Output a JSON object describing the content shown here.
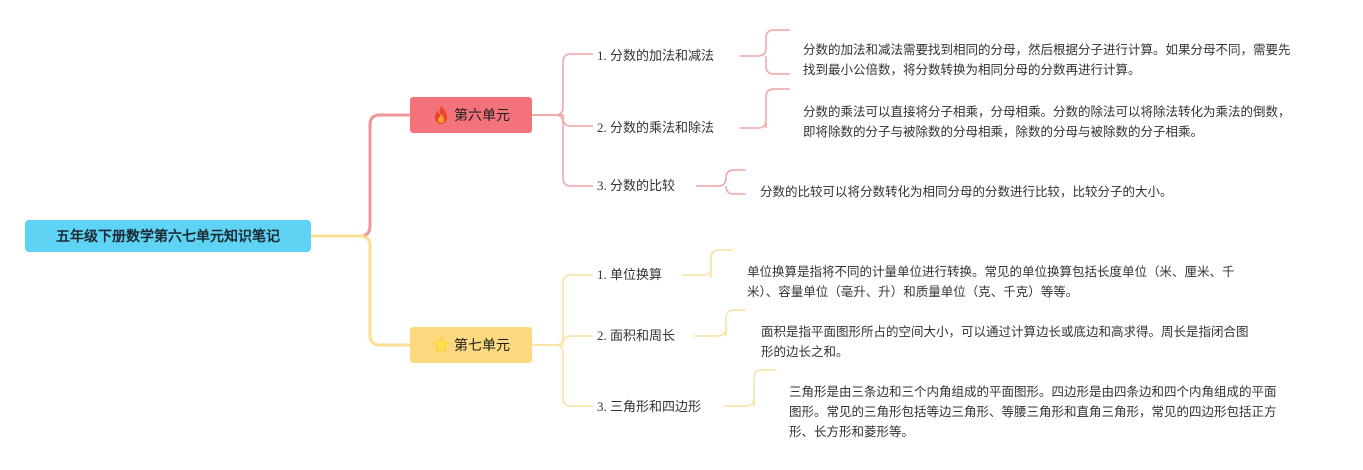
{
  "root": {
    "title": "五年级下册数学第六七单元知识笔记"
  },
  "colors": {
    "root": "#5fd3f3",
    "unit6": "#f4737b",
    "unit7": "#fcd97e",
    "line6": "#f0a3a8",
    "line7": "#f8e2a0"
  },
  "units": [
    {
      "title": "第六单元",
      "icon": "fire-icon",
      "topics": [
        {
          "title": "1. 分数的加法和减法",
          "description": "分数的加法和减法需要找到相同的分母，然后根据分子进行计算。如果分母不同，需要先找到最小公倍数，将分数转换为相同分母的分数再进行计算。"
        },
        {
          "title": "2. 分数的乘法和除法",
          "description": "分数的乘法可以直接将分子相乘，分母相乘。分数的除法可以将除法转化为乘法的倒数，即将除数的分子与被除数的分母相乘，除数的分母与被除数的分子相乘。"
        },
        {
          "title": "3. 分数的比较",
          "description": "分数的比较可以将分数转化为相同分母的分数进行比较，比较分子的大小。"
        }
      ]
    },
    {
      "title": "第七单元",
      "icon": "star-icon",
      "topics": [
        {
          "title": "1. 单位换算",
          "description": "单位换算是指将不同的计量单位进行转换。常见的单位换算包括长度单位（米、厘米、千米）、容量单位（毫升、升）和质量单位（克、千克）等等。"
        },
        {
          "title": "2. 面积和周长",
          "description": "面积是指平面图形所占的空间大小，可以通过计算边长或底边和高求得。周长是指闭合图形的边长之和。"
        },
        {
          "title": "3. 三角形和四边形",
          "description": "三角形是由三条边和三个内角组成的平面图形。四边形是由四条边和四个内角组成的平面图形。常见的三角形包括等边三角形、等腰三角形和直角三角形，常见的四边形包括正方形、长方形和菱形等。"
        }
      ]
    }
  ]
}
